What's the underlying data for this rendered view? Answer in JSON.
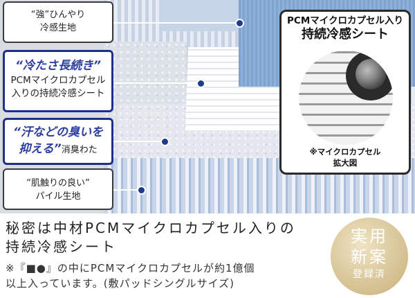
{
  "labels": [
    {
      "line1": "“強”ひんやり",
      "line2": "冷感生地"
    },
    {
      "line1": "“冷たさ長続き”",
      "line2": "PCMマイクロカプセル",
      "line3": "入りの持続冷感シート"
    },
    {
      "line1": "“汗などの臭いを",
      "line2a": "抑える”",
      "line2b": "消臭わた"
    },
    {
      "line1": "“肌触りの良い”",
      "line2": "パイル生地"
    }
  ],
  "inset": {
    "title1": "PCMマイクロカプセル入り",
    "title2": "持続冷感シート",
    "caption1": "※マイクロカプセル",
    "caption2": "拡大図"
  },
  "headline": {
    "line1": "秘密は中材PCMマイクロカプセル入りの",
    "line2": "持続冷感シート"
  },
  "note": {
    "line1": "※『■●』の中にPCMマイクロカプセルが約1億個",
    "line2": "以上入っています。(敷パッドシングルサイズ)"
  },
  "badge": {
    "line1": "実用",
    "line2": "新案",
    "line3": "登録済"
  },
  "colors": {
    "highlight_border": "#1f2f8a",
    "highlight_text": "#2b3d9e",
    "badge_gold": "#d9c79a"
  }
}
